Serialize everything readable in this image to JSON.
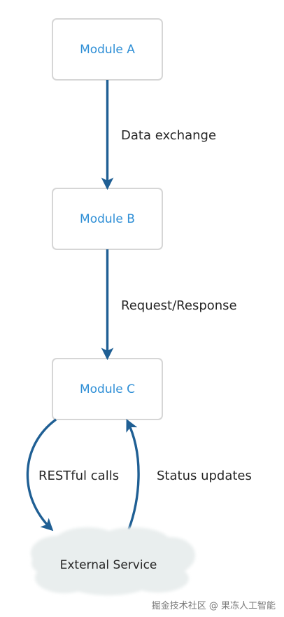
{
  "diagram": {
    "nodes": {
      "module_a": "Module A",
      "module_b": "Module B",
      "module_c": "Module C",
      "external_service": "External Service"
    },
    "edges": {
      "a_to_b": "Data exchange",
      "b_to_c": "Request/Response",
      "c_to_external": "RESTful calls",
      "external_to_c": "Status updates"
    }
  },
  "colors": {
    "arrow": "#1f5f94",
    "module_text": "#2f8fd6",
    "module_border": "#d6d6d6",
    "external_fill": "#e9eeee"
  },
  "watermark": "掘金技术社区 @ 果冻人工智能"
}
